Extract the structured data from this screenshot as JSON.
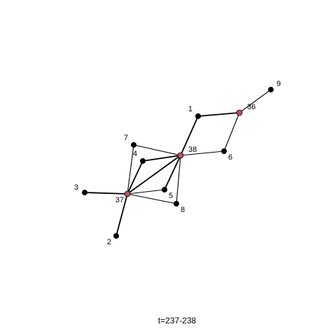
{
  "graph": {
    "caption": "t=237-238",
    "colors": {
      "edge": "#000000",
      "node_default": "#000000",
      "node_highlight": "#c0505f",
      "label": "#000000",
      "background": "#ffffff"
    },
    "nodes": [
      {
        "id": "1",
        "label": "1",
        "highlight": false
      },
      {
        "id": "2",
        "label": "2",
        "highlight": false
      },
      {
        "id": "3",
        "label": "3",
        "highlight": false
      },
      {
        "id": "4",
        "label": "4",
        "highlight": false
      },
      {
        "id": "5",
        "label": "5",
        "highlight": false
      },
      {
        "id": "6",
        "label": "6",
        "highlight": false
      },
      {
        "id": "7",
        "label": "7",
        "highlight": false
      },
      {
        "id": "8",
        "label": "8",
        "highlight": false
      },
      {
        "id": "9",
        "label": "9",
        "highlight": false
      },
      {
        "id": "36",
        "label": "36",
        "highlight": true
      },
      {
        "id": "37",
        "label": "37",
        "highlight": true
      },
      {
        "id": "38",
        "label": "38",
        "highlight": true
      }
    ],
    "edges": [
      {
        "source": "1",
        "target": "36"
      },
      {
        "source": "1",
        "target": "38"
      },
      {
        "source": "36",
        "target": "9"
      },
      {
        "source": "36",
        "target": "6"
      },
      {
        "source": "6",
        "target": "38"
      },
      {
        "source": "7",
        "target": "38"
      },
      {
        "source": "7",
        "target": "37"
      },
      {
        "source": "4",
        "target": "38"
      },
      {
        "source": "4",
        "target": "37"
      },
      {
        "source": "5",
        "target": "38"
      },
      {
        "source": "5",
        "target": "37"
      },
      {
        "source": "8",
        "target": "38"
      },
      {
        "source": "8",
        "target": "37"
      },
      {
        "source": "3",
        "target": "37"
      },
      {
        "source": "2",
        "target": "37"
      },
      {
        "source": "37",
        "target": "38"
      }
    ]
  }
}
